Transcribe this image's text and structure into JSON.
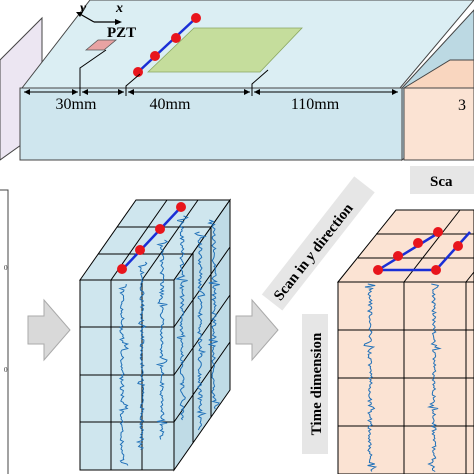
{
  "top": {
    "axis_y": "y",
    "axis_x": "x",
    "pzt_label": "PZT",
    "dim_1": "30mm",
    "dim_2": "40mm",
    "dim_3": "110mm",
    "right_fragment": "3"
  },
  "middle": {},
  "right": {
    "scan_y_prefix": "Scan in ",
    "scan_y_var": "y",
    "scan_y_suffix": " direction",
    "scan_x_fragment": "Sca",
    "time_dimension": "Time dimension"
  },
  "left_ticks": [
    "0",
    "0"
  ],
  "colors": {
    "plate_top": "#dbeef3",
    "plate_front": "#cfe6ee",
    "scan_area": "#c5dd9c",
    "sensor_pad": "#e8a3a3",
    "signal": "#1f70b8",
    "dot": "#e8151c",
    "path": "#1a2fd6",
    "cube_face": "#cfe6ee",
    "right_cube": "#fbe3d3",
    "left_box": "#ece6f2",
    "right_box": "#fbe3d3",
    "arrow": "#d9d9d9"
  }
}
